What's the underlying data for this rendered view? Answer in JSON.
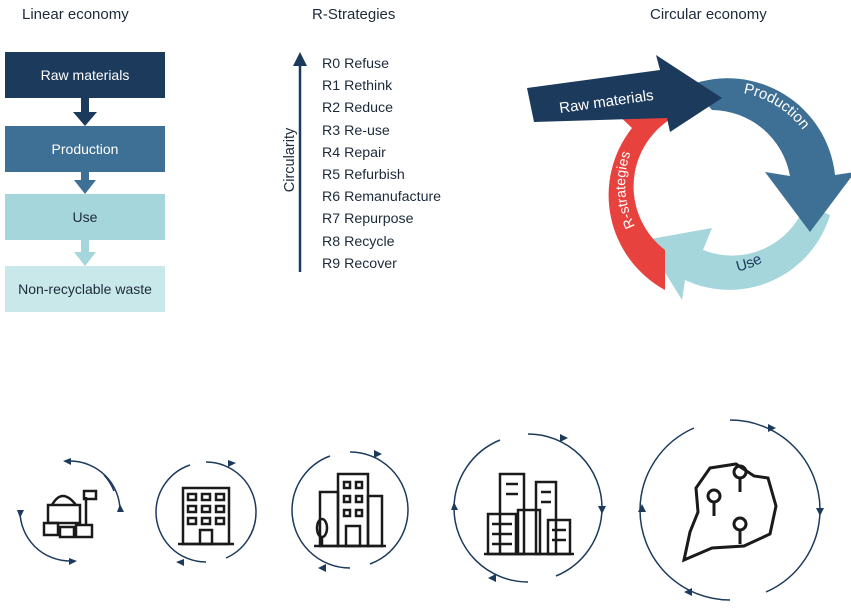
{
  "linear": {
    "title": "Linear economy",
    "steps": [
      "Raw materials",
      "Production",
      "Use",
      "Non-recyclable waste"
    ]
  },
  "r_strategies": {
    "title": "R-Strategies",
    "axis_label": "Circularity",
    "items": [
      "R0 Refuse",
      "R1 Rethink",
      "R2 Reduce",
      "R3 Re-use",
      "R4 Repair",
      "R5 Refurbish",
      "R6 Remanufacture",
      "R7 Repurpose",
      "R8 Recycle",
      "R9 Recover"
    ]
  },
  "circular": {
    "title": "Circular economy",
    "raw_label": "Raw materials",
    "production_label": "Production",
    "use_label": "Use",
    "rstrat_label": "R-strategies"
  },
  "colors": {
    "dark_navy": "#1c3a5c",
    "mid_blue": "#3e6f94",
    "light_teal": "#a5d6db",
    "pale_teal": "#c9e8ea",
    "red": "#e8423f",
    "icon_dark": "#1a1a1a"
  },
  "scale_icons": [
    "materials-icon",
    "building-icon",
    "block-icon",
    "city-icon",
    "region-map-icon"
  ]
}
